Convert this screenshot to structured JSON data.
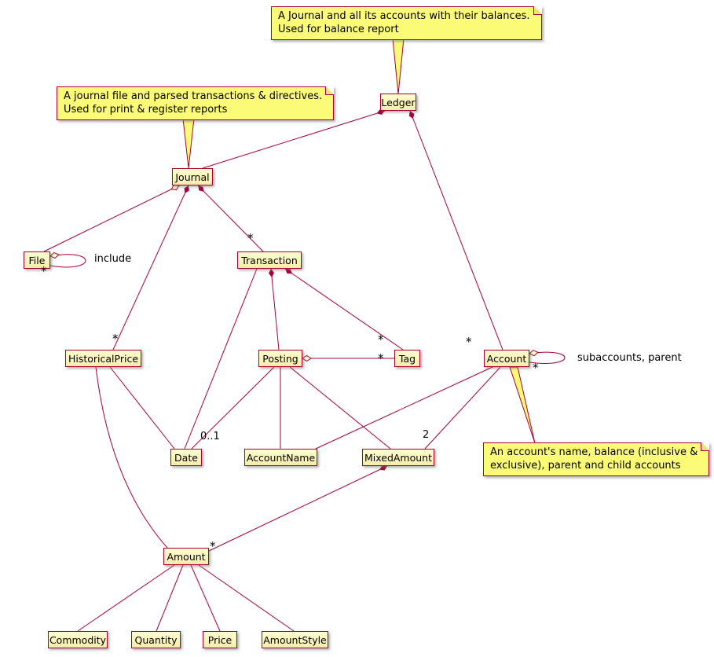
{
  "notes": {
    "ledger": {
      "line1": "A Journal and all its accounts with their balances.",
      "line2": "Used for balance report"
    },
    "journal": {
      "line1": "A journal file and parsed transactions & directives.",
      "line2": "Used for print & register reports"
    },
    "account": {
      "line1": "An account's name, balance (inclusive &",
      "line2": "exclusive), parent and child accounts"
    }
  },
  "classes": {
    "ledger": {
      "label": "Ledger"
    },
    "journal": {
      "label": "Journal"
    },
    "file": {
      "label": "File"
    },
    "transaction": {
      "label": "Transaction"
    },
    "historicalprice": {
      "label": "HistoricalPrice"
    },
    "posting": {
      "label": "Posting"
    },
    "tag": {
      "label": "Tag"
    },
    "account": {
      "label": "Account"
    },
    "date": {
      "label": "Date"
    },
    "accountname": {
      "label": "AccountName"
    },
    "mixedamount": {
      "label": "MixedAmount"
    },
    "amount": {
      "label": "Amount"
    },
    "commodity": {
      "label": "Commodity"
    },
    "quantity": {
      "label": "Quantity"
    },
    "price": {
      "label": "Price"
    },
    "amountstyle": {
      "label": "AmountStyle"
    }
  },
  "labels": {
    "include": "include",
    "subaccounts_parent": "subaccounts, parent",
    "zero_or_one": "0..1",
    "two": "2",
    "many": "*"
  },
  "colors": {
    "line": "#A80036",
    "class_bg": "#FEFECE",
    "note_bg": "#FBFB77"
  }
}
